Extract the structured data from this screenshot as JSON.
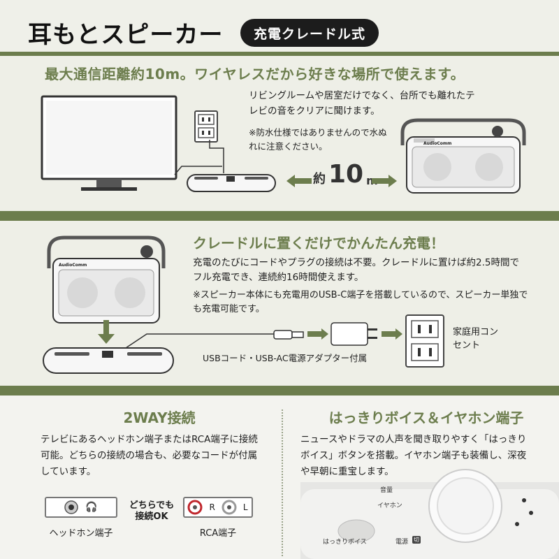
{
  "header": {
    "title": "耳もとスピーカー",
    "badge": "充電クレードル式"
  },
  "section_wireless": {
    "heading": "最大通信距離約10m。ワイヤレスだから好きな場所で使えます。",
    "description": "リビングルームや居室だけでなく、台所でも離れたテレビの音をクリアに聞けます。",
    "note": "※防水仕様ではありませんので水ぬれに注意ください。",
    "distance_prefix": "約",
    "distance_value": "10",
    "distance_unit": "m",
    "brand_mark": "AudioComm"
  },
  "section_cradle": {
    "heading": "クレードルに置くだけでかんたん充電！",
    "description": "充電のたびにコードやプラグの接続は不要。クレードルに置けば約2.5時間でフル充電でき、連続約16時間使えます。",
    "note": "※スピーカー本体にも充電用のUSB-C端子を搭載しているので、スピーカー単独でも充電可能です。",
    "usb_caption": "USBコード・USB-AC電源アダプター付属",
    "outlet_label": "家庭用コンセント",
    "brand_mark": "AudioComm"
  },
  "section_2way": {
    "heading": "2WAY接続",
    "description": "テレビにあるヘッドホン端子またはRCA端子に接続可能。どちらの接続の場合も、必要なコードが付属しています。",
    "either_label": "どちらでも接続OK",
    "headphone_caption": "ヘッドホン端子",
    "rca_caption": "RCA端子",
    "rca_r": "R",
    "rca_l": "L"
  },
  "section_voice": {
    "heading": "はっきりボイス＆イヤホン端子",
    "description": "ニュースやドラマの人声を聞き取りやすく「はっきりボイス」ボタンを搭載。イヤホン端子も装備し、深夜や早朝に重宝します。",
    "button_label": "はっきりボイス",
    "label_volume": "音量",
    "label_earphone": "イヤホン",
    "label_power": "電源",
    "label_off": "切"
  },
  "colors": {
    "accent": "#6c7d4d",
    "text": "#1e1e1e",
    "badge_bg": "#1c1c1c"
  }
}
